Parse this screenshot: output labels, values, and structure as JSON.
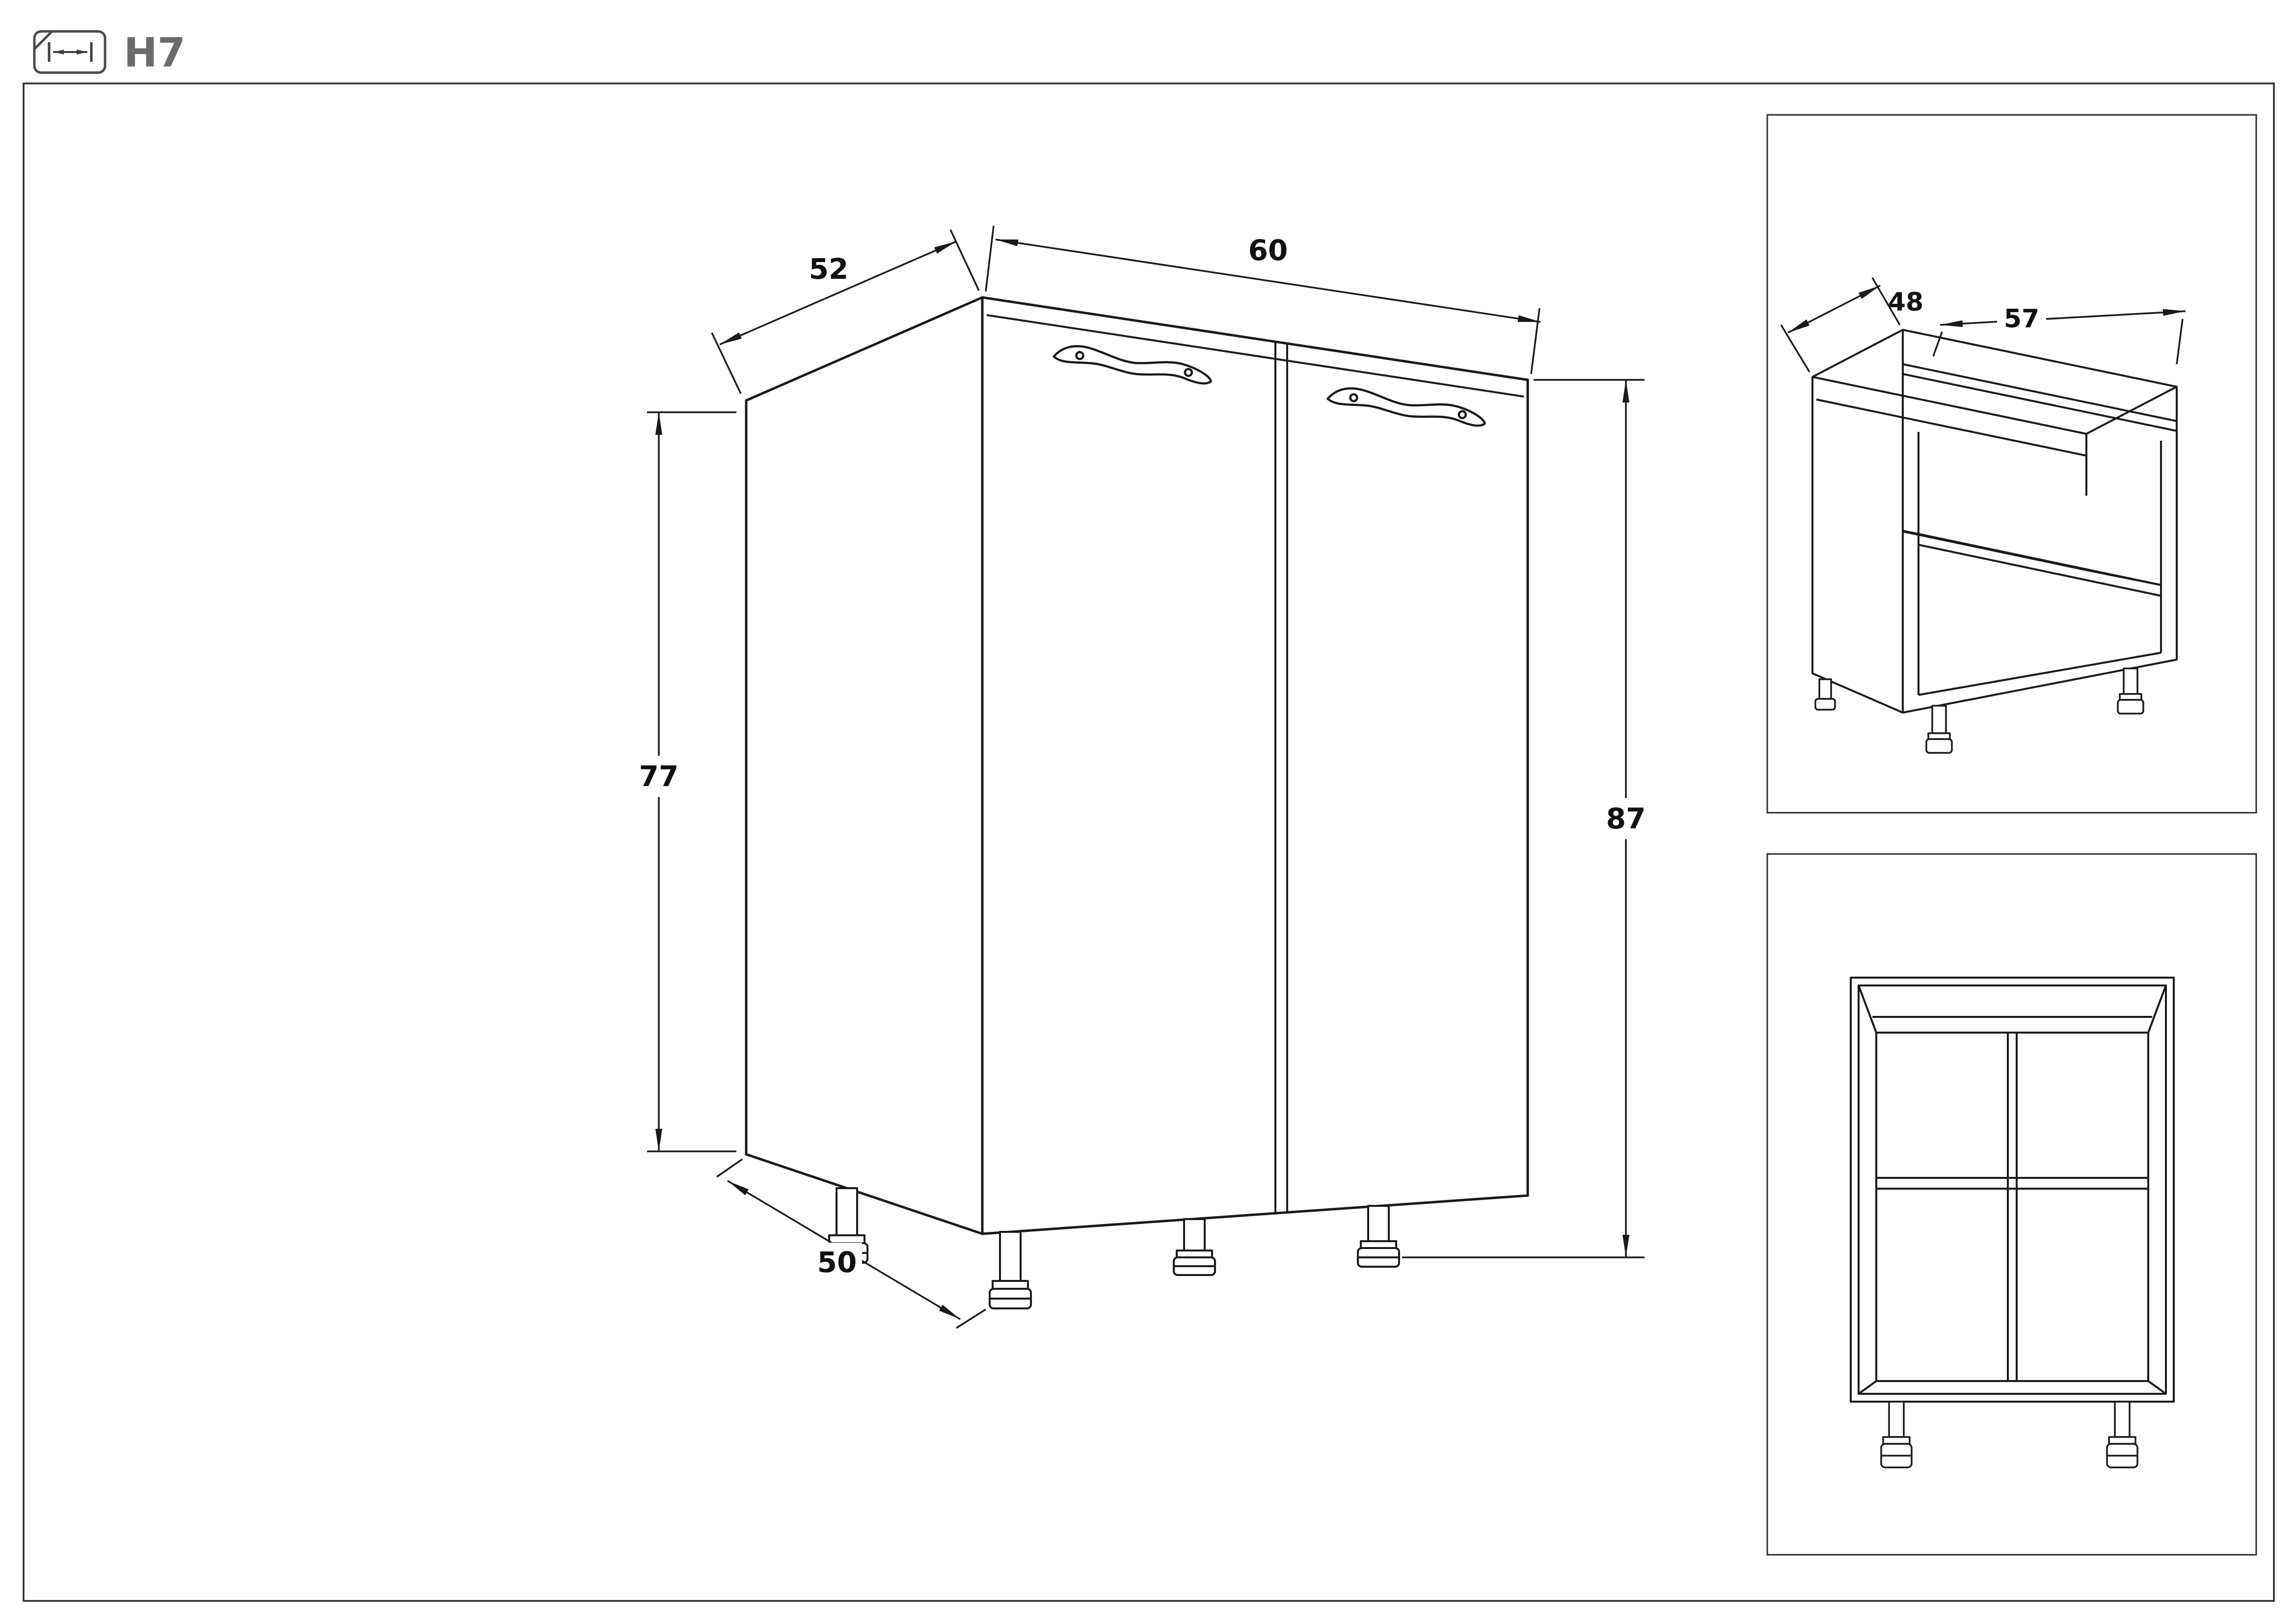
{
  "header": {
    "icon": "width-dimension-icon",
    "code": "H7"
  },
  "main_view": {
    "dims": {
      "top_depth": "52",
      "top_width": "60",
      "left_height": "77",
      "right_height": "87",
      "bottom_depth": "50"
    }
  },
  "inset_carcass_view": {
    "dims": {
      "inner_depth": "48",
      "inner_width": "57"
    }
  },
  "colors": {
    "line": "#1a1a1a",
    "frame": "#2a2a2a",
    "header_gray": "#6b6b6b"
  }
}
